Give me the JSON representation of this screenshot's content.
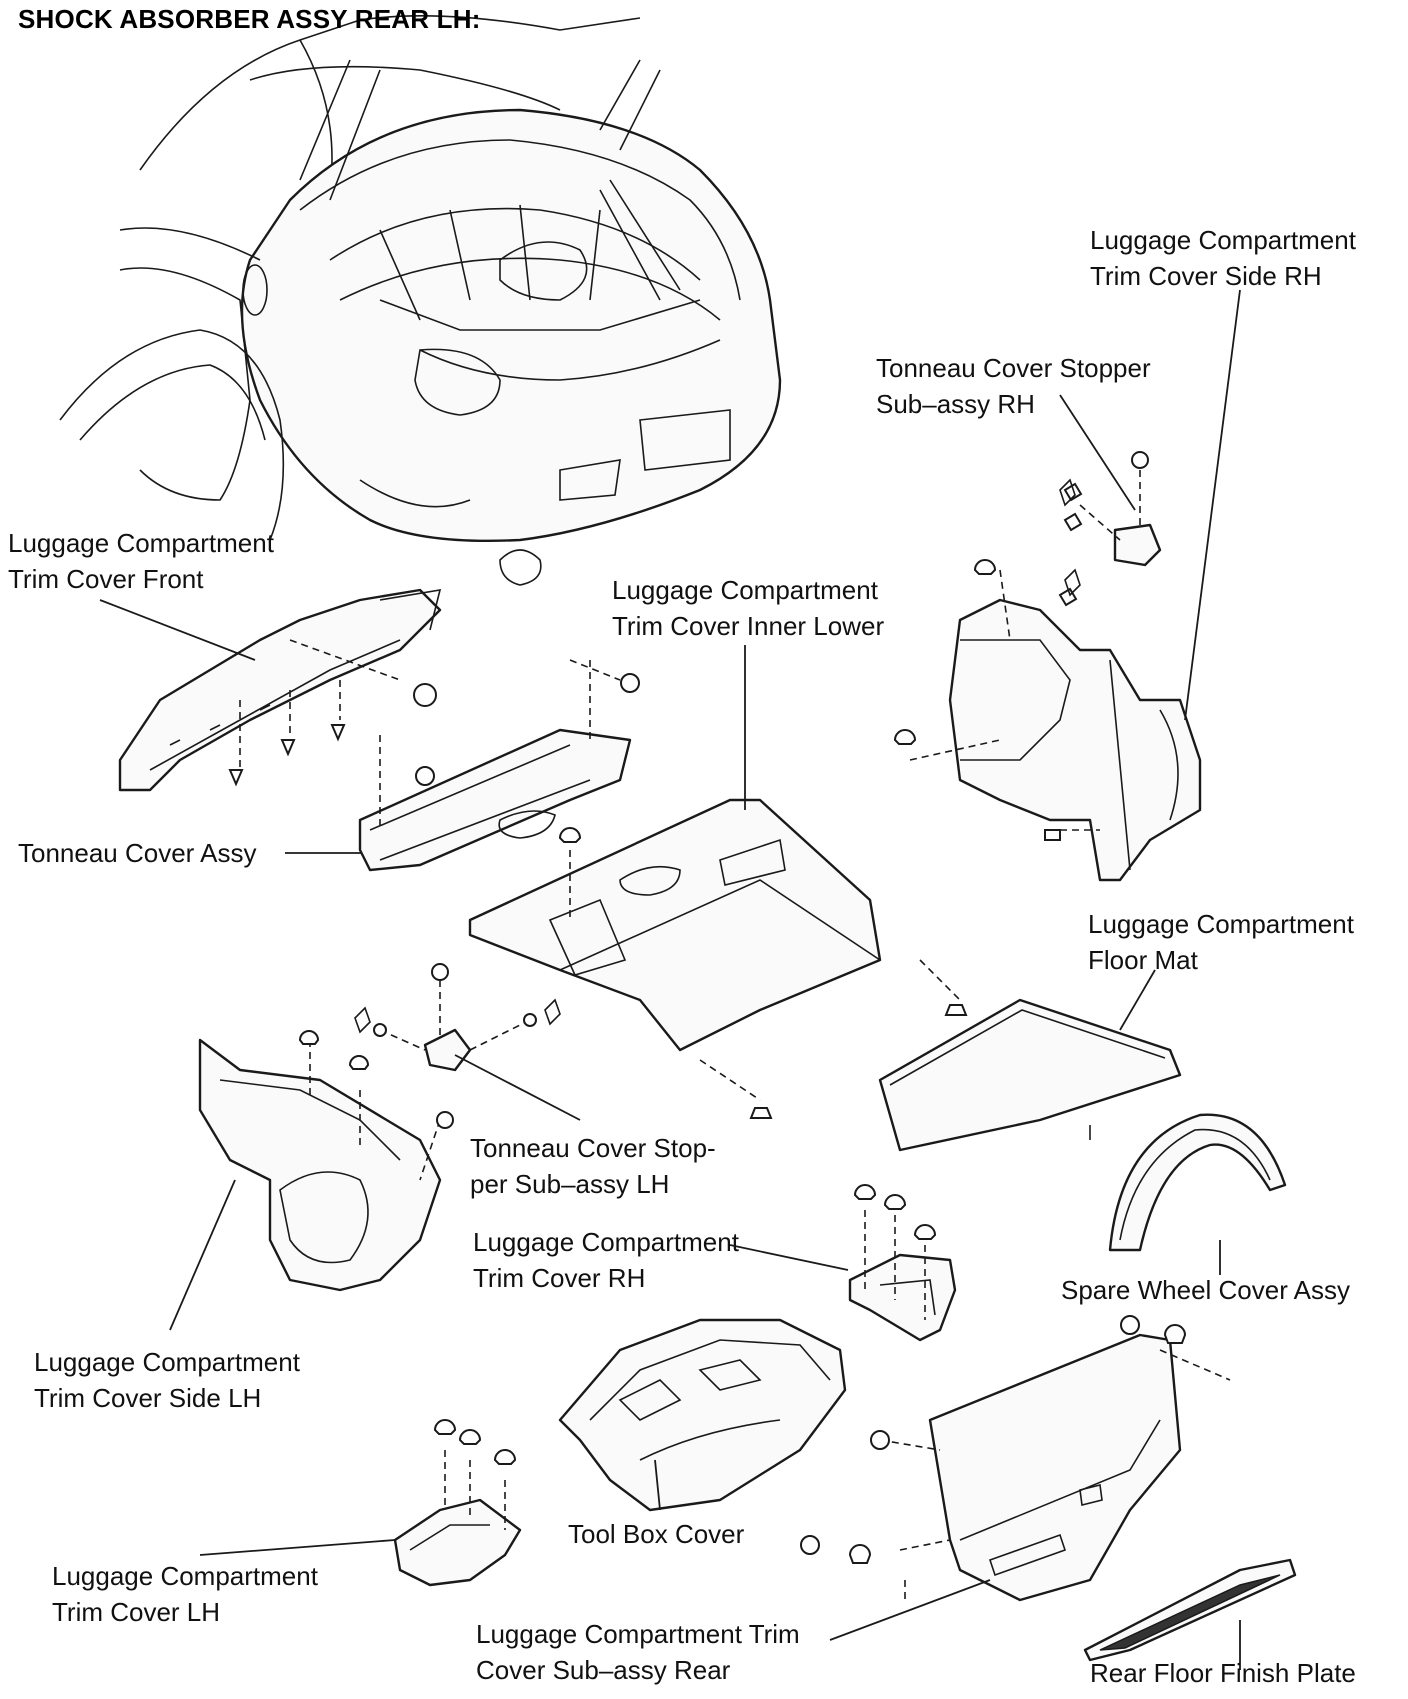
{
  "diagram": {
    "title": "SHOCK ABSORBER ASSY REAR LH:",
    "labels": {
      "side_rh": [
        "Luggage Compartment",
        "Trim Cover Side RH"
      ],
      "stopper_rh": [
        "Tonneau Cover Stopper",
        "Sub–assy RH"
      ],
      "trim_front": [
        "Luggage Compartment",
        "Trim Cover Front"
      ],
      "inner_lower": [
        "Luggage Compartment",
        "Trim Cover Inner Lower"
      ],
      "tonneau": "Tonneau Cover Assy",
      "floor_mat": [
        "Luggage Compartment",
        "Floor Mat"
      ],
      "stopper_lh": [
        "Tonneau Cover Stop-",
        "per Sub–assy LH"
      ],
      "trim_rh": [
        "Luggage Compartment",
        "Trim Cover RH"
      ],
      "spare_wheel": "Spare Wheel Cover Assy",
      "side_lh": [
        "Luggage Compartment",
        "Trim Cover Side LH"
      ],
      "tool_box": "Tool Box Cover",
      "trim_lh": [
        "Luggage Compartment",
        "Trim Cover LH"
      ],
      "trim_rear": [
        "Luggage Compartment Trim",
        "Cover Sub–assy Rear"
      ],
      "finish_plate": "Rear Floor Finish Plate"
    }
  }
}
